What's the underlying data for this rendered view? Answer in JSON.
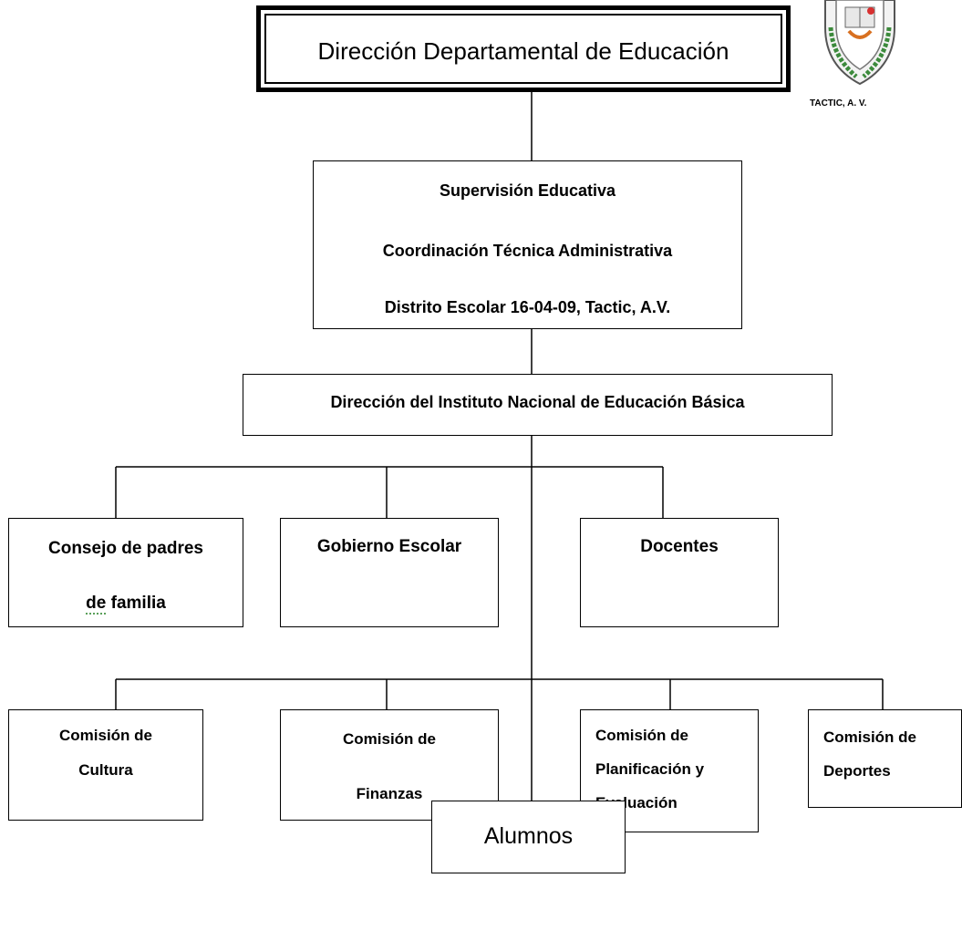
{
  "title": "Dirección Departamental de Educación",
  "logo": {
    "caption": "TACTIC, A. V.",
    "icon": "school-crest"
  },
  "supervision": {
    "line1": "Supervisión Educativa",
    "line2": "Coordinación Técnica Administrativa",
    "line3": "Distrito Escolar 16-04-09, Tactic, A.V."
  },
  "direccion_instituto": "Dirección del Instituto Nacional de Educación Básica",
  "consejo": {
    "line1": "Consejo de padres",
    "line2_a": "de",
    "line2_b": " familia"
  },
  "gobierno": "Gobierno Escolar",
  "docentes": "Docentes",
  "com_cultura": {
    "line1": "Comisión de",
    "line2": "Cultura"
  },
  "com_finanzas": {
    "line1": "Comisión de",
    "line2": "Finanzas"
  },
  "com_planificacion": {
    "line1": "Comisión de",
    "line2": "Planificación y",
    "line3": "Evaluación"
  },
  "com_deportes": {
    "line1": "Comisión de",
    "line2": "Deportes"
  },
  "alumnos": "Alumnos"
}
